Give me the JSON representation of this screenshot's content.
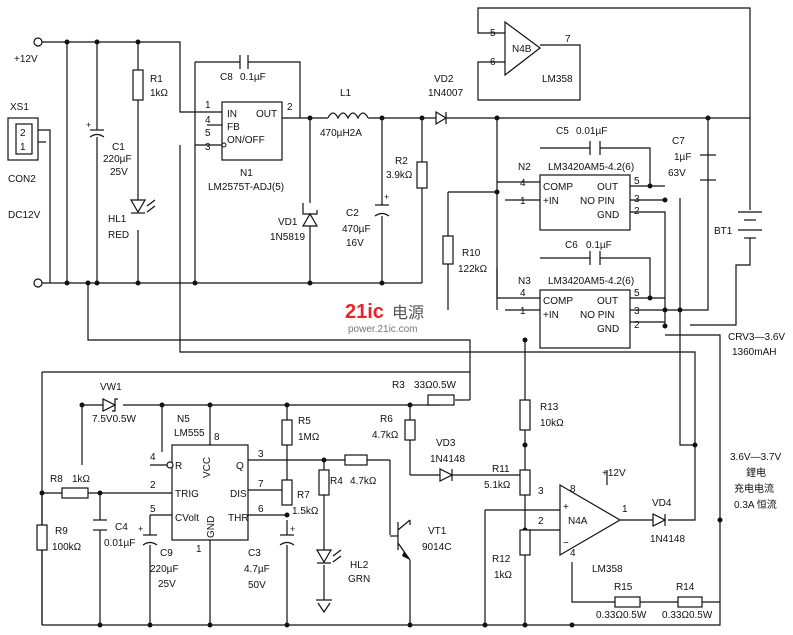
{
  "labels": {
    "vin": "+12V",
    "xs1": "XS1",
    "xs1_p2": "2",
    "xs1_p1": "1",
    "con2": "CON2",
    "dc12v": "DC12V",
    "c1": "C1",
    "c1_val1": "220µF",
    "c1_val2": "25V",
    "r1": "R1",
    "r1_val": "1kΩ",
    "hl1": "HL1",
    "hl1_col": "RED",
    "c8": "C8",
    "c8_val": "0.1µF",
    "n1_pin_in": "IN",
    "n1_pin_fb": "FB",
    "n1_pin_onoff": "ON/OFF",
    "n1_pin_out": "OUT",
    "n1_p1": "1",
    "n1_p4": "4",
    "n1_p5": "5",
    "n1_p3": "3",
    "n1_p2": "2",
    "n1": "N1",
    "n1_part": "LM2575T-ADJ(5)",
    "l1": "L1",
    "l1_val": "470µH2A",
    "vd1": "VD1",
    "vd1_part": "1N5819",
    "c2": "C2",
    "c2_val1": "470µF",
    "c2_val2": "16V",
    "vd2": "VD2",
    "vd2_part": "1N4007",
    "r2": "R2",
    "r2_val": "3.9kΩ",
    "n4b": "N4B",
    "n4b_p5": "5",
    "n4b_p6": "6",
    "n4b_p7": "7",
    "n4b_part": "LM358",
    "c5": "C5",
    "c5_val": "0.01µF",
    "n2": "N2",
    "n2_part": "LM3420AM5-4.2(6)",
    "n2_comp": "COMP",
    "n2_in": "+IN",
    "n2_out": "OUT",
    "n2_nopin": "NO PIN",
    "n2_gnd": "GND",
    "n2_p4": "4",
    "n2_p1": "1",
    "n2_p5": "5",
    "n2_p3": "3",
    "n2_p2": "2",
    "c7": "C7",
    "c7_val1": "1µF",
    "c7_val2": "63V",
    "r10": "R10",
    "r10_val": "122kΩ",
    "c6": "C6",
    "c6_val": "0.1µF",
    "n3": "N3",
    "n3_part": "LM3420AM5-4.2(6)",
    "n3_comp": "COMP",
    "n3_in": "+IN",
    "n3_out": "OUT",
    "n3_nopin": "NO PIN",
    "n3_gnd": "GND",
    "n3_p4": "4",
    "n3_p1": "1",
    "n3_p5": "5",
    "n3_p3": "3",
    "n3_p2": "2",
    "bt1": "BT1",
    "batt1": "CRV3—3.6V",
    "batt2": "1360mAH",
    "wm1": "21ic",
    "wm2": "电源",
    "wm3": "power.21ic.com",
    "vw1": "VW1",
    "vw1_val": "7.5V0.5W",
    "r3": "R3",
    "r3_val": "33Ω0.5W",
    "n5": "N5",
    "n5_part": "LM555",
    "n5_r": "R",
    "n5_vcc": "VCC",
    "n5_q": "Q",
    "n5_trig": "TRIG",
    "n5_dis": "DIS",
    "n5_cvolt": "CVolt",
    "n5_thr": "THR",
    "n5_gnd": "GND",
    "n5_p4": "4",
    "n5_p8": "8",
    "n5_p3": "3",
    "n5_p2": "2",
    "n5_p7": "7",
    "n5_p5": "5",
    "n5_p6": "6",
    "n5_p1": "1",
    "r5": "R5",
    "r5_val": "1MΩ",
    "r6": "R6",
    "r6_val": "4.7kΩ",
    "r13": "R13",
    "r13_val": "10kΩ",
    "vd3": "VD3",
    "vd3_part": "1N4148",
    "r8": "R8",
    "r8_val": "1kΩ",
    "r9": "R9",
    "r9_val": "100kΩ",
    "c4": "C4",
    "c4_val": "0.01µF",
    "c9": "C9",
    "c9_val1": "220µF",
    "c9_val2": "25V",
    "r7": "R7",
    "r7_val": "1.5kΩ",
    "c3": "C3",
    "c3_val1": "4.7µF",
    "c3_val2": "50V",
    "r4": "R4",
    "r4_val": "4.7kΩ",
    "hl2": "HL2",
    "hl2_col": "GRN",
    "vt1": "VT1",
    "vt1_part": "9014C",
    "r11": "R11",
    "r11_val": "5.1kΩ",
    "r12": "R12",
    "r12_val": "1kΩ",
    "n4a": "N4A",
    "n4a_part": "LM358",
    "n4a_vcc": "+12V",
    "n4a_p8": "8",
    "n4a_p3": "3",
    "n4a_p2": "2",
    "n4a_p1": "1",
    "n4a_p4": "4",
    "vd4": "VD4",
    "vd4_part": "1N4148",
    "r15": "R15",
    "r15_val": "0.33Ω0.5W",
    "r14": "R14",
    "r14_val": "0.33Ω0.5W",
    "note1": "3.6V—3.7V",
    "note2": "鋰电",
    "note3": "充电电流",
    "note4": "0.3A 恒流"
  }
}
